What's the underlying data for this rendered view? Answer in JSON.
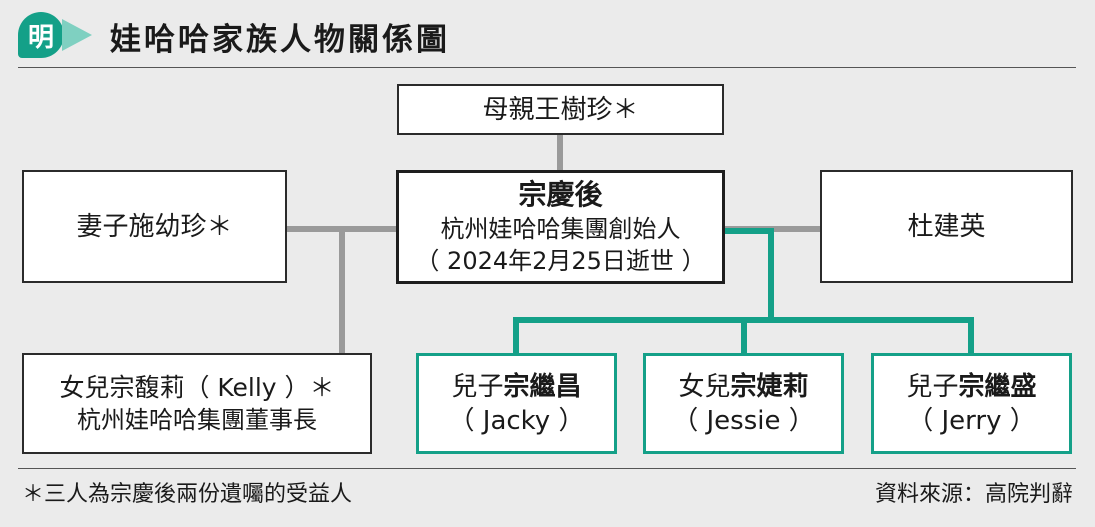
{
  "header": {
    "logo_text": "明",
    "title": "娃哈哈家族人物關係圖"
  },
  "people": {
    "mother": {
      "label": "母親王樹珍＊"
    },
    "wife": {
      "label": "妻子施幼珍＊"
    },
    "zong": {
      "name": "宗慶後",
      "role": "杭州娃哈哈集團創始人",
      "death": "（ 2024年2月25日逝世 ）"
    },
    "du": {
      "label": "杜建英"
    },
    "kelly": {
      "line1": "女兒宗馥莉（ Kelly ）＊",
      "line2": "杭州娃哈哈集團董事長"
    },
    "jacky": {
      "relation": "兒子",
      "name": "宗繼昌",
      "english": "（ Jacky ）"
    },
    "jessie": {
      "relation": "女兒",
      "name": "宗婕莉",
      "english": "（ Jessie ）"
    },
    "jerry": {
      "relation": "兒子",
      "name": "宗繼盛",
      "english": "（ Jerry ）"
    }
  },
  "footer": {
    "note": "＊三人為宗慶後兩份遺囑的受益人",
    "source": "資料來源：高院判辭"
  },
  "colors": {
    "teal": "#14a088",
    "gray_line": "#9a9a9a",
    "background": "#ebebeb"
  }
}
